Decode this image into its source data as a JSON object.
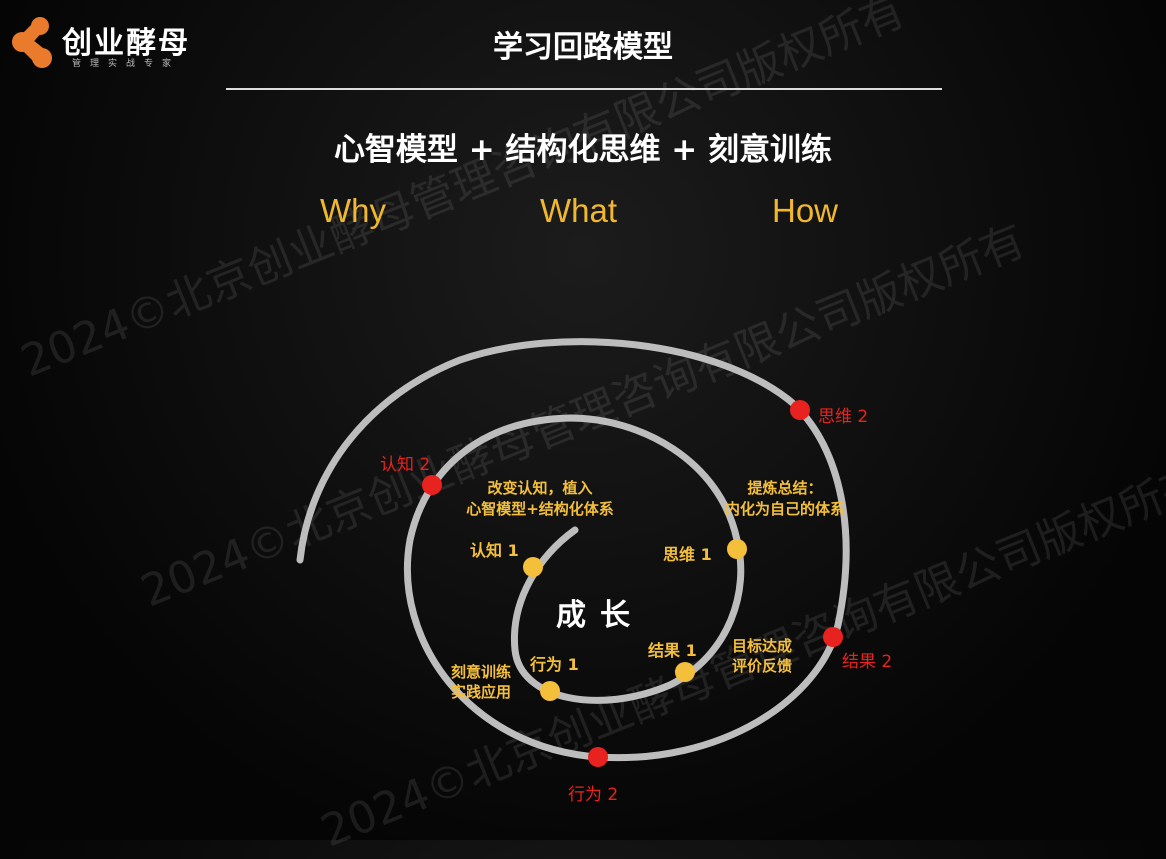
{
  "logo": {
    "name": "创业酵母",
    "tagline": "管理实战专家",
    "color": "#ea7a2c"
  },
  "title": "学习回路模型",
  "subtitle": "心智模型 + 结构化思维 + 刻意训练",
  "keywords": [
    "Why",
    "What",
    "How"
  ],
  "center": "成长",
  "colors": {
    "inner": "#f4bf3a",
    "outer": "#e8231f",
    "spiral": "#bdbdbd",
    "keyword": "#f1b82d"
  },
  "inner_nodes": [
    "认知 1",
    "思维 1",
    "结果 1",
    "行为 1"
  ],
  "outer_nodes": [
    "认知 2",
    "思维 2",
    "结果 2",
    "行为 2"
  ],
  "notes": {
    "cognition": [
      "改变认知，植入",
      "心智模型+结构化体系"
    ],
    "thinking": [
      "提炼总结：",
      "内化为自己的体系"
    ],
    "result": [
      "目标达成",
      "评价反馈"
    ],
    "action": [
      "刻意训练",
      "实践应用"
    ]
  },
  "watermark": "2024©北京创业酵母管理咨询有限公司版权所有"
}
